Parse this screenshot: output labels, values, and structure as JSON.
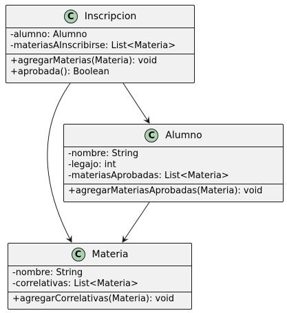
{
  "classes": {
    "inscripcion": {
      "icon": "C",
      "name": "Inscripcion",
      "attributes": [
        "-alumno: Alumno",
        "-materiasAInscribirse: List<Materia>"
      ],
      "methods": [
        "+agregarMaterias(Materia): void",
        "+aprobada(): Boolean"
      ]
    },
    "alumno": {
      "icon": "C",
      "name": "Alumno",
      "attributes": [
        "-nombre: String",
        "-legajo: int",
        "-materiasAprobadas: List<Materia>"
      ],
      "methods": [
        "+agregarMateriasAprobadas(Materia): void"
      ]
    },
    "materia": {
      "icon": "C",
      "name": "Materia",
      "attributes": [
        "-nombre: String",
        "-correlativas: List<Materia>"
      ],
      "methods": [
        "+agregarCorrelativas(Materia): void"
      ]
    }
  },
  "colors": {
    "box_fill": "#f1f1f1",
    "border": "#181818",
    "icon_fill": "#add1b2"
  },
  "relations": [
    {
      "from": "Inscripcion",
      "to": "Materia"
    },
    {
      "from": "Inscripcion",
      "to": "Alumno"
    },
    {
      "from": "Alumno",
      "to": "Materia"
    }
  ]
}
